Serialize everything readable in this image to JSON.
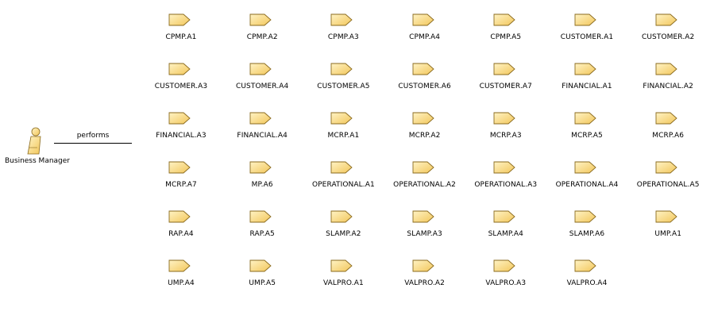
{
  "actor": {
    "name": "Business Manager",
    "icon": "business-worker-icon"
  },
  "association": {
    "label": "performs"
  },
  "colors": {
    "fill_light": "#fff3c4",
    "fill_dark": "#f2c65a",
    "stroke": "#8a6a1e"
  },
  "nodes": [
    "CPMP.A1",
    "CPMP.A2",
    "CPMP.A3",
    "CPMP.A4",
    "CPMP.A5",
    "CUSTOMER.A1",
    "CUSTOMER.A2",
    "CUSTOMER.A3",
    "CUSTOMER.A4",
    "CUSTOMER.A5",
    "CUSTOMER.A6",
    "CUSTOMER.A7",
    "FINANCIAL.A1",
    "FINANCIAL.A2",
    "FINANCIAL.A3",
    "FINANCIAL.A4",
    "MCRP.A1",
    "MCRP.A2",
    "MCRP.A3",
    "MCRP.A5",
    "MCRP.A6",
    "MCRP.A7",
    "MP.A6",
    "OPERATIONAL.A1",
    "OPERATIONAL.A2",
    "OPERATIONAL.A3",
    "OPERATIONAL.A4",
    "OPERATIONAL.A5",
    "RAP.A4",
    "RAP.A5",
    "SLAMP.A2",
    "SLAMP.A3",
    "SLAMP.A4",
    "SLAMP.A6",
    "UMP.A1",
    "UMP.A4",
    "UMP.A5",
    "VALPRO.A1",
    "VALPRO.A2",
    "VALPRO.A3",
    "VALPRO.A4"
  ]
}
